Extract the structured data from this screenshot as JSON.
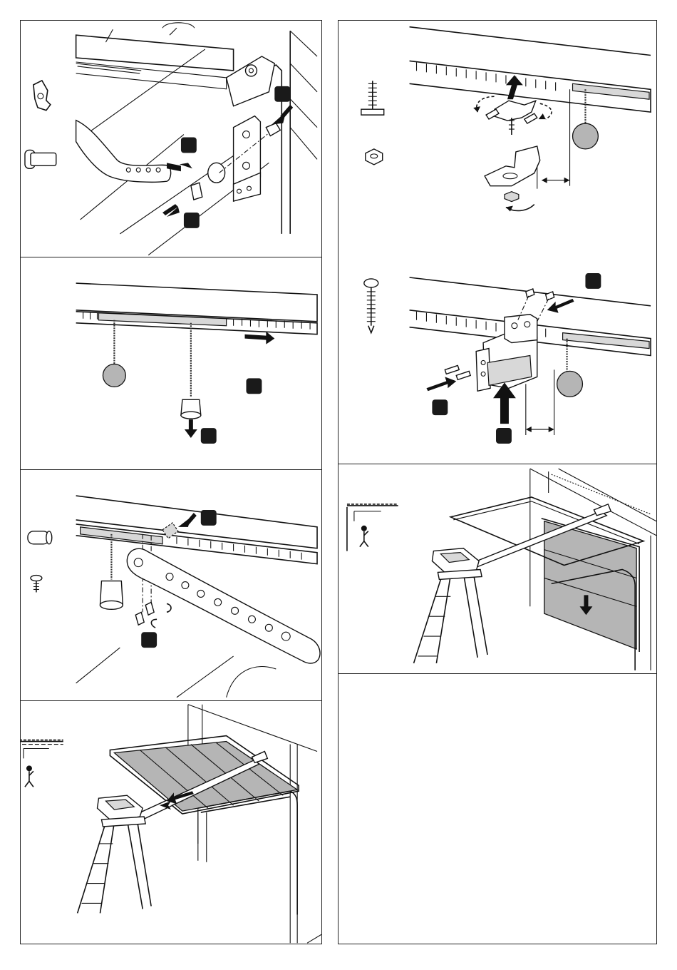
{
  "page": {
    "columns": [
      {
        "id": "left",
        "steps": [
          {
            "id": "attach-arm-to-bracket",
            "parts": [
              "clip-icon",
              "pin-icon"
            ],
            "markers": 3
          },
          {
            "id": "release-carriage",
            "parts": [],
            "markers": 2
          },
          {
            "id": "fit-arm-to-carriage",
            "parts": [
              "sleeve-icon",
              "screw-icon"
            ],
            "markers": 2
          },
          {
            "id": "swing-rail-and-open-door",
            "parts": [
              "ceiling-person-icon"
            ],
            "markers": 0
          }
        ]
      },
      {
        "id": "right",
        "steps": [
          {
            "id": "bolt-ceiling-bracket",
            "parts": [
              "bolt-icon",
              "nut-icon"
            ],
            "markers": 0
          },
          {
            "id": "screw-ceiling-bracket",
            "parts": [
              "long-screw-icon"
            ],
            "markers": 3
          },
          {
            "id": "lower-door-on-ladder",
            "parts": [
              "ceiling-person-icon"
            ],
            "markers": 0
          },
          {
            "id": "blank",
            "parts": [],
            "markers": 0
          }
        ]
      }
    ],
    "colors": {
      "ink": "#111111",
      "door_fill": "#b5b5b5",
      "marker": "#1a1a1a"
    }
  }
}
